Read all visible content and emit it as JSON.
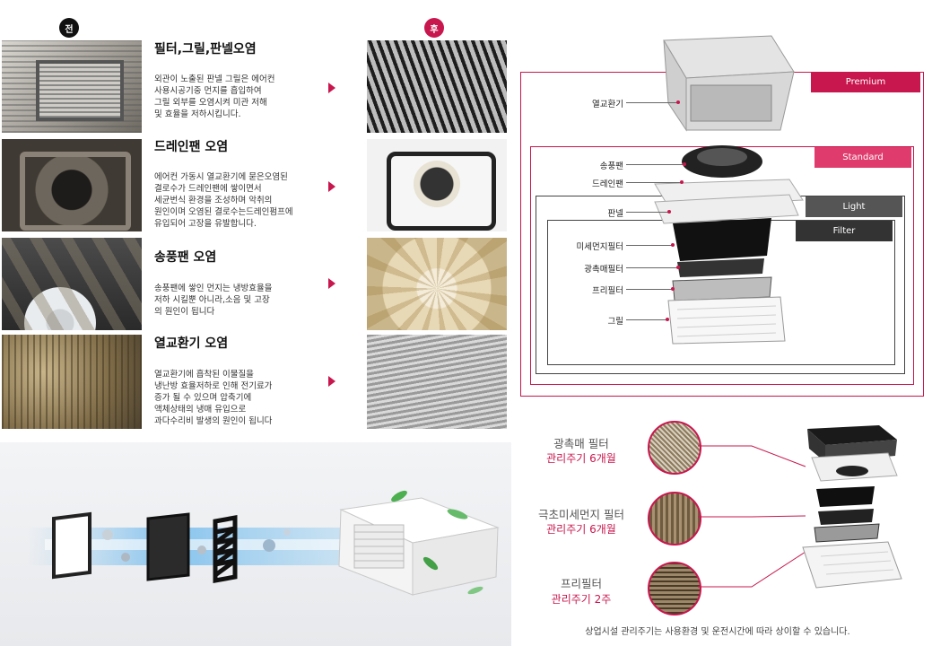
{
  "badges": {
    "before": "전",
    "after": "후"
  },
  "sections": [
    {
      "title": "필터,그릴,판넬오염",
      "lines": [
        "외관이 노출된 판넬 그릴은 에어컨",
        "사용시공기중 먼지를 흡입하여",
        "그릴 외부를 오염시켜 미관 저해",
        "및 효율을 저하시킵니다."
      ]
    },
    {
      "title": "드레인팬 오염",
      "lines": [
        "에어컨 가동시 열교환기에 묻은오염된",
        "결로수가 드레인팬에 쌓이면서",
        "세균번식 환경을 조성하며 악취의",
        "원인이며 오염된 결로수는드레인펌프에",
        "유입되어 고장을 유발합니다."
      ]
    },
    {
      "title": "송풍팬 오염",
      "lines": [
        "송풍팬에 쌓인 먼지는 냉방효율을",
        "저하 시킬뿐 아니라,소음 및 고장",
        "의 원인이 됩니다"
      ]
    },
    {
      "title": "열교환기 오염",
      "lines": [
        "열교환기에 흡착된 이물질을",
        "냉난방 효율저하로 인해 전기료가",
        "증가 될 수 있으며 압축기에",
        "액체상태의 냉매 유입으로",
        "과다수리비 발생의 원인이 됩니다"
      ]
    }
  ],
  "diagram": {
    "tiers": {
      "premium": "Premium",
      "standard": "Standard",
      "light": "Light",
      "filter": "Filter"
    },
    "parts": [
      "열교환기",
      "송풍팬",
      "드레인팬",
      "판넬",
      "미세먼지필터",
      "광촉매필터",
      "프리필터",
      "그릴"
    ]
  },
  "maintenance": [
    {
      "name": "광촉매 필터",
      "cycle": "관리주기 6개월"
    },
    {
      "name": "극초미세먼지 필터",
      "cycle": "관리주기 6개월"
    },
    {
      "name": "프리필터",
      "cycle": "관리주기 2주"
    }
  ],
  "note": "상업시설 관리주기는 사용환경 및 운전시간에 따라 상이할 수 있습니다.",
  "colors": {
    "accent": "#c8174e",
    "standard": "#df3c6d",
    "light_tag": "#555555",
    "filter_tag": "#333333"
  }
}
